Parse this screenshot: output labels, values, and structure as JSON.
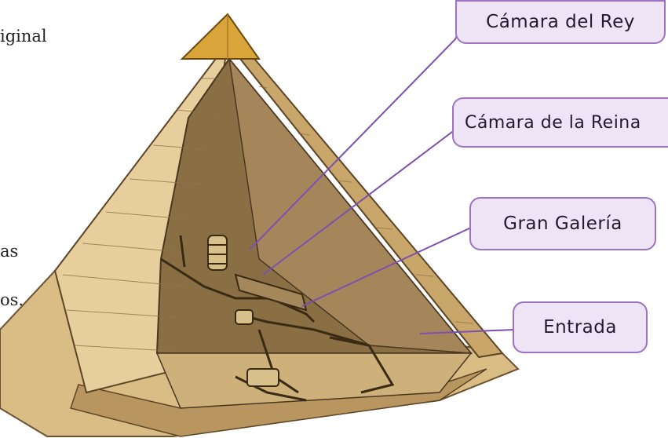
{
  "side_text": {
    "line1": "iginal",
    "line2": "as",
    "line3": "os."
  },
  "labels": {
    "king_chamber": "Cámara del Rey",
    "queen_chamber": "Cámara de la Reina",
    "grand_gallery": "Gran Galería",
    "entrance": "Entrada"
  },
  "colors": {
    "label_border": "#9c72c2",
    "label_fill": "#efe3f6",
    "leader_line": "#7c4fb0",
    "stone_light": "#e6cf9c",
    "stone_dark": "#8a6f45",
    "capstone": "#d9a43a"
  }
}
